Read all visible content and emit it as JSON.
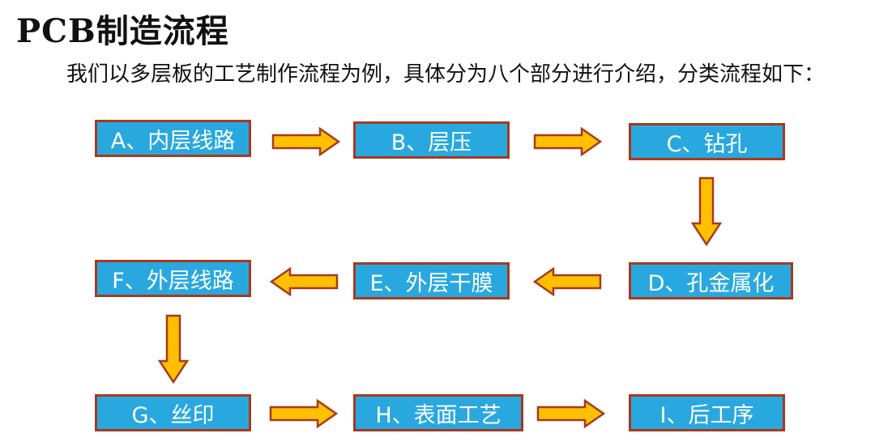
{
  "title": "PCB制造流程",
  "intro": "我们以多层板的工艺制作流程为例，具体分为八个部分进行介绍，分类流程如下：",
  "steps": {
    "a": "A、内层线路",
    "b": "B、层压",
    "c": "C、钻孔",
    "d": "D、孔金属化",
    "e": "E、外层干膜",
    "f": "F、外层线路",
    "g": "G、丝印",
    "h": "H、表面工艺",
    "i": "I、后工序"
  },
  "colors": {
    "box_fill": "#29a8e0",
    "box_border": "#a63a1f",
    "arrow_fill": "#ffc000",
    "arrow_stroke": "#a63a1f"
  }
}
